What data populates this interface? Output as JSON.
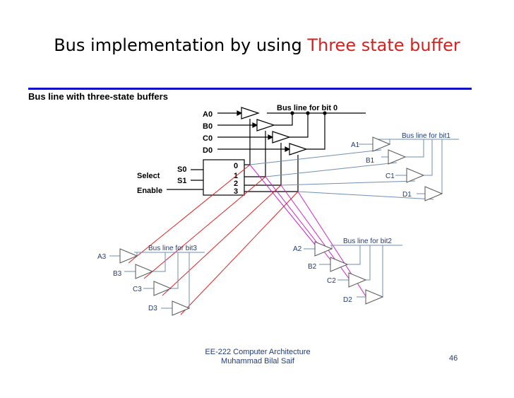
{
  "slide": {
    "title_main": "Bus implementation by using ",
    "title_accent": "Three state buffer",
    "subtitle": "Bus line with three-state buffers",
    "accent_color": "#d8211f",
    "rule_color": "#1010c8"
  },
  "diagram": {
    "bus_labels": {
      "bit0": "Bus line for bit 0",
      "bit1": "Bus line for bit1",
      "bit2": "Bus line for bit2",
      "bit3": "Bus line for bit3"
    },
    "bit0_inputs": [
      "A0",
      "B0",
      "C0",
      "D0"
    ],
    "bit1_inputs": [
      "A1",
      "B1",
      "C1",
      "D1"
    ],
    "bit2_inputs": [
      "A2",
      "B2",
      "C2",
      "D2"
    ],
    "bit3_inputs": [
      "A3",
      "B3",
      "C3",
      "D3"
    ],
    "decoder": {
      "inputs": [
        "S0",
        "S1"
      ],
      "outputs": [
        "0",
        "1",
        "2",
        "3"
      ],
      "select_label": "Select",
      "enable_label": "Enable"
    },
    "colors": {
      "bit1_wire": "#4a78b8",
      "bit2_wire": "#cc22cc",
      "bit3_wire": "#dd2222",
      "buffer_outline": "#555555"
    }
  },
  "footer": {
    "course": "EE-222 Computer Architecture",
    "author": "Muhammad Bilal Saif",
    "page": "46"
  }
}
